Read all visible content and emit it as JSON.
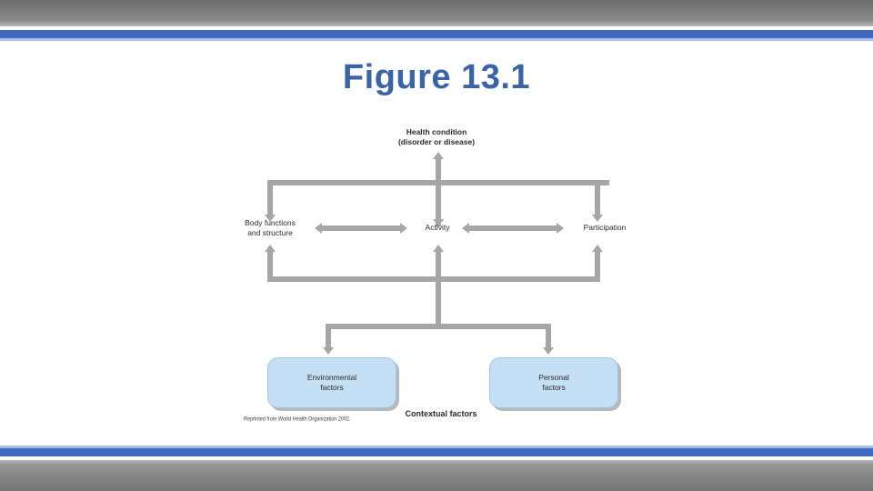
{
  "slide": {
    "title": "Figure 13.1",
    "accent_color": "#3f6ac0",
    "title_color": "#3a63a8",
    "band_color": "#7e7e7e",
    "box_fill": "#c5dff5",
    "connector_color": "#a6a6a6"
  },
  "figure": {
    "health_condition": "Health condition\n(disorder or disease)",
    "body_functions": "Body functions\nand structure",
    "activity": "Activity",
    "participation": "Participation",
    "environmental_factors": "Environmental\nfactors",
    "personal_factors": "Personal\nfactors",
    "contextual_factors": "Contextual factors",
    "credit": "Reprinted from World Health Organization 2002."
  }
}
